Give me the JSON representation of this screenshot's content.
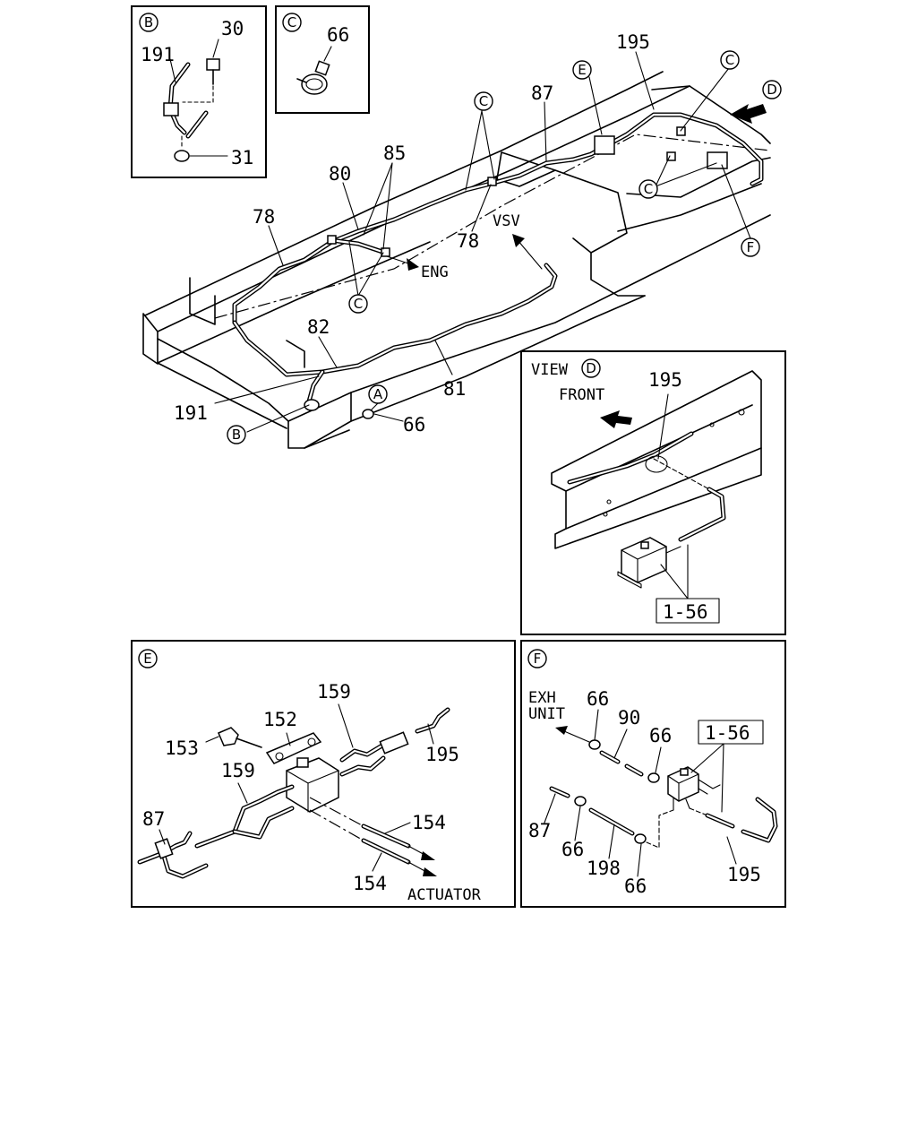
{
  "panels": {
    "b": {
      "letter": "B",
      "parts": [
        "191",
        "30",
        "31"
      ]
    },
    "c": {
      "letter": "C",
      "parts": [
        "66"
      ]
    },
    "main": {
      "callouts": [
        "195",
        "87",
        "80",
        "85",
        "78",
        "78",
        "82",
        "81",
        "191",
        "66"
      ],
      "circle_letters": [
        "C",
        "C",
        "C",
        "C",
        "E",
        "D",
        "F",
        "A",
        "B"
      ],
      "arrows": {
        "eng": "ENG",
        "vsv": "VSV"
      }
    },
    "d": {
      "title_prefix": "VIEW",
      "letter": "D",
      "front": "FRONT",
      "parts": [
        "195"
      ],
      "boxed_ref": "1-56"
    },
    "e": {
      "letter": "E",
      "parts": [
        "159",
        "152",
        "153",
        "159",
        "87",
        "195",
        "154",
        "154"
      ],
      "actuator": "ACTUATOR"
    },
    "f": {
      "letter": "F",
      "exh_line1": "EXH",
      "exh_line2": "UNIT",
      "parts": [
        "66",
        "90",
        "66",
        "87",
        "66",
        "198",
        "66",
        "195"
      ],
      "boxed_ref": "1-56"
    }
  }
}
